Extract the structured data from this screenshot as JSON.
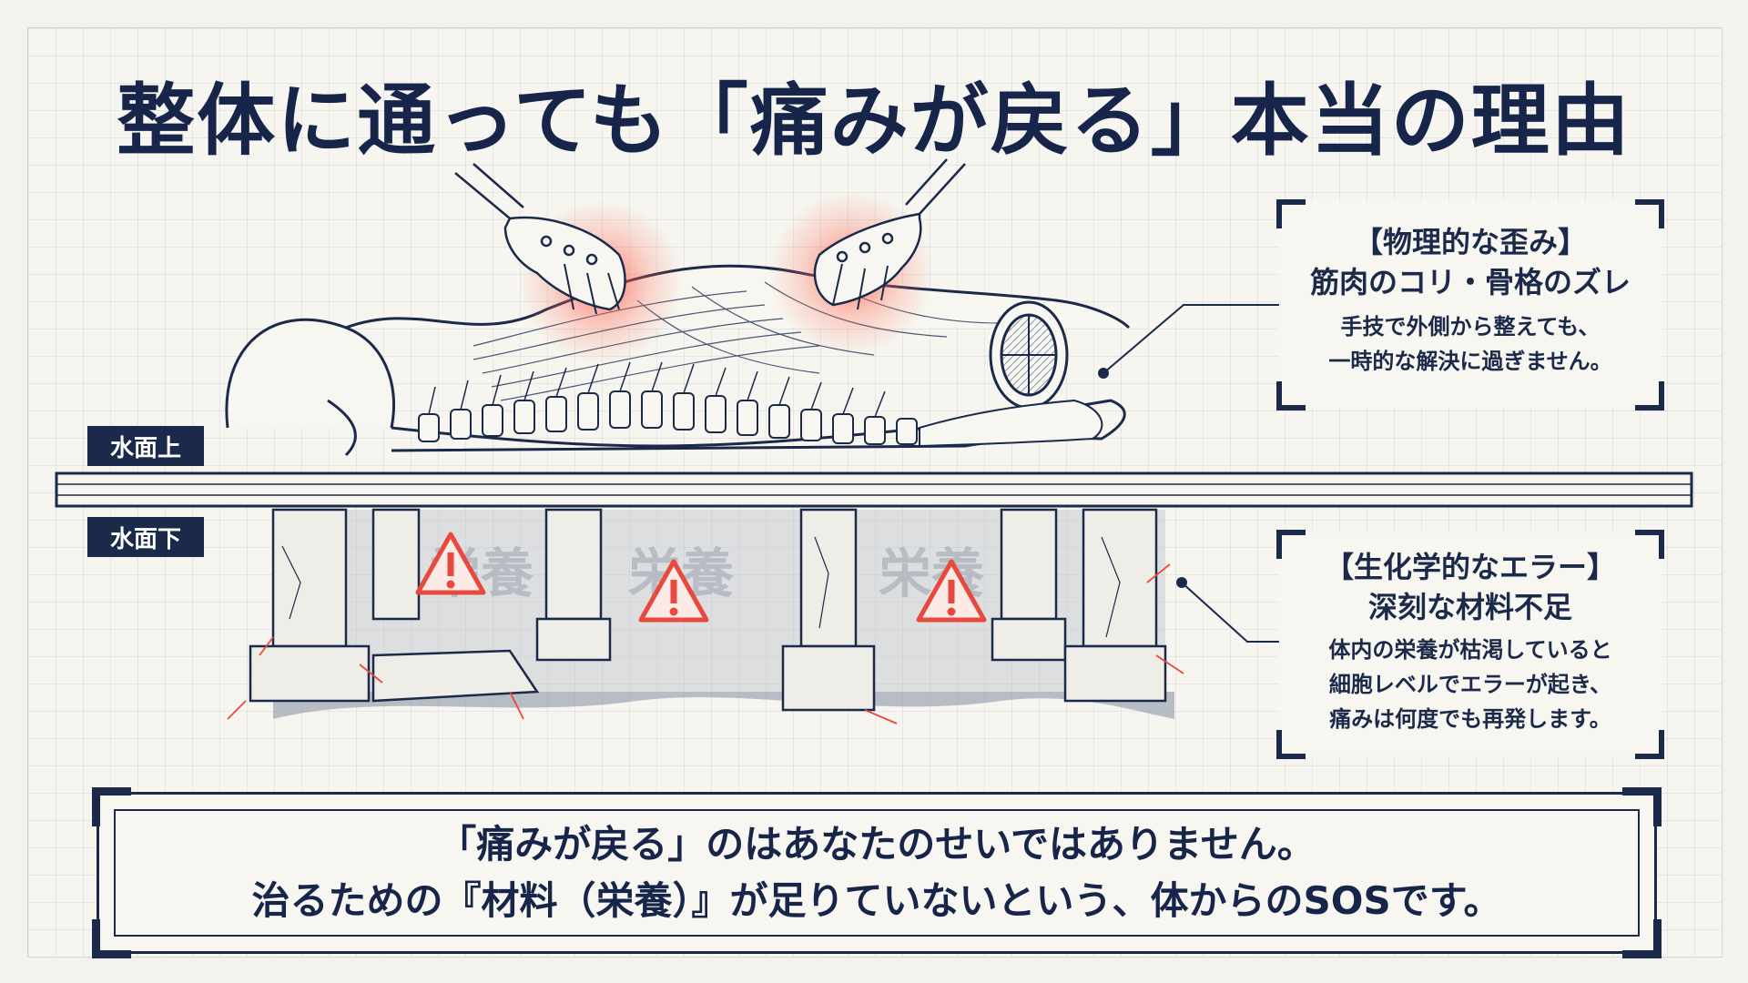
{
  "title": "整体に通っても「痛みが戻る」本当の理由",
  "labels": {
    "above": "水面上",
    "below": "水面下"
  },
  "watermark_text": "栄養",
  "panel_top": {
    "heading1": "【物理的な歪み】",
    "heading2": "筋肉のコリ・骨格のズレ",
    "body1": "手技で外側から整えても、",
    "body2": "一時的な解決に過ぎません。"
  },
  "panel_bottom": {
    "heading1": "【生化学的なエラー】",
    "heading2": "深刻な材料不足",
    "body1": "体内の栄養が枯渇していると",
    "body2": "細胞レベルでエラーが起き、",
    "body3": "痛みは何度でも再発します。"
  },
  "conclusion": {
    "line1": "「痛みが戻る」のはあなたのせいではありません。",
    "line2": "治るための『材料（栄養）』が足りていないという、体からのSOSです。"
  },
  "colors": {
    "navy": "#1b2a4a",
    "paper": "#f6f5ef",
    "warning_red": "#e8493e",
    "glow": "#ff4a3a"
  },
  "icons": [
    "hand-icon",
    "warning-icon",
    "spine-icon",
    "pillar-icon"
  ]
}
